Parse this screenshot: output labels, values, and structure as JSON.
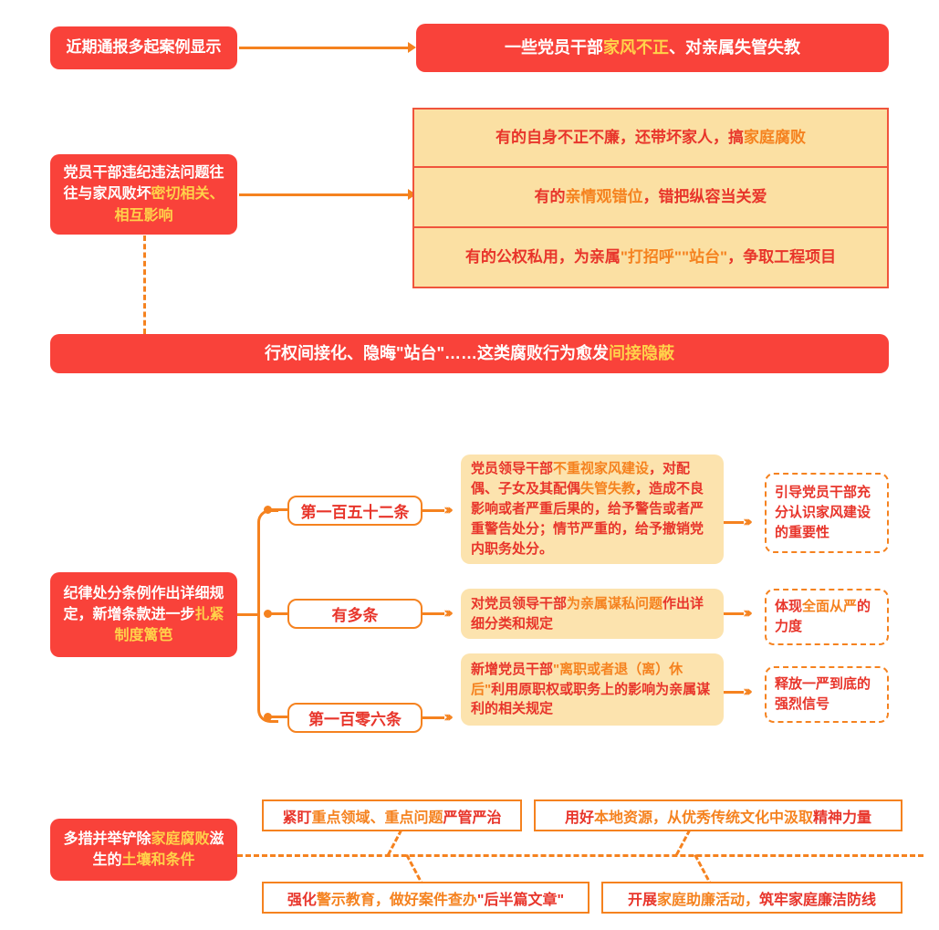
{
  "colors": {
    "red_fill": "#F9423A",
    "tan_fill": "#FBE0A3",
    "soft_tan": "#FCE3AE",
    "orange": "#F5821F",
    "deep_red_text": "#E8352B",
    "yellow_highlight": "#FFD24A"
  },
  "section1": {
    "source_box": "近期通报多起案例显示",
    "result_box": {
      "p1": "一些党员干部",
      "p2_highlight": "家风不正",
      "p3": "、对亲属失管失教"
    }
  },
  "section2": {
    "left_box": {
      "p1": "党员干部违纪违法问题往往与家风败坏",
      "p2_highlight": "密切相关、相互影响"
    },
    "rows": [
      {
        "p1": "有的自身不正不廉，还带坏家人，搞",
        "p2_orange": "家庭腐败",
        "p3": ""
      },
      {
        "p1": "有的",
        "p2_orange": "亲情观错位",
        "p3": "，错把纵容当关爱"
      },
      {
        "p1": "有的公权私用，为亲属",
        "p2_orange": "\"打招呼\"\"站台\"",
        "p3": "，争取工程项目"
      }
    ],
    "banner": {
      "p1": "行权间接化、隐晦\"站台\"……这类腐败行为愈发",
      "p2_highlight": "间接隐蔽"
    }
  },
  "section3": {
    "left_box": {
      "p1": "纪律处分条例作出详细规定，新增条款进一步",
      "p2_highlight": "扎紧制度篱笆"
    },
    "branches": [
      {
        "label": "第一百五十二条",
        "detail": {
          "p1": "党员领导干部",
          "p2_orange": "不重视家风建设",
          "p3": "，对配偶、子女及其配偶",
          "p4_orange": "失管失教",
          "p5": "，造成不良影响或者严重后果的，给予警告或者严重警告处分；情节严重的，给予撤销党内职务处分。"
        },
        "outcome": {
          "p1": "引导党员干部充分认识家风建设的重要性",
          "p2_orange": ""
        }
      },
      {
        "label": "有多条",
        "detail": {
          "p1": "对党员领导干部",
          "p2_orange": "为亲属谋私问题",
          "p3": "作出详细分类和规定",
          "p4_orange": "",
          "p5": ""
        },
        "outcome": {
          "p1": "体现",
          "p2_orange": "全面从严",
          "p3": "的力度"
        }
      },
      {
        "label": "第一百零六条",
        "detail": {
          "p1": "新增党员干部",
          "p2_orange": "\"离职或者退（离）休后\"",
          "p3": "利用原职权或职务上的影响为亲属谋利的相关规定",
          "p4_orange": "",
          "p5": ""
        },
        "outcome": {
          "p1": "释放一严到底的强烈信号",
          "p2_orange": ""
        }
      }
    ]
  },
  "section4": {
    "left_box": {
      "p1": "多措并举铲除",
      "p2_highlight": "家庭腐败",
      "p3": "滋生的",
      "p4_highlight": "土壤和条件"
    },
    "measures": [
      {
        "a": "紧盯",
        "b": "重点领域、重点问题",
        "c": "严管严治"
      },
      {
        "a": "用好",
        "b": "本地资源，从优秀传统文化中汲取",
        "c": "精神力量"
      },
      {
        "a": "强化",
        "b": "警示教育，做好案件查办",
        "c": "\"后半篇文章\""
      },
      {
        "a": "开展",
        "b": "家庭助廉活动，",
        "c": "筑牢家庭廉洁防线"
      }
    ]
  }
}
